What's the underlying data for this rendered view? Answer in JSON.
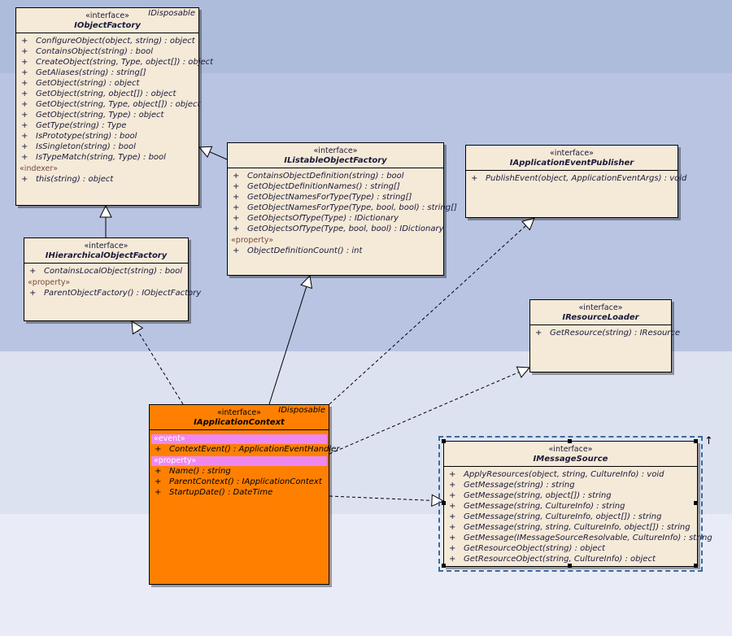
{
  "diagram": {
    "classes": [
      {
        "id": "iobjectfactory",
        "stereotype": "«interface»",
        "name": "IObjectFactory",
        "parent": "IDisposable",
        "groups": [
          {
            "label": "",
            "rows": [
              {
                "vis": "+",
                "sig": "ConfigureObject(object, string) : object"
              },
              {
                "vis": "+",
                "sig": "ContainsObject(string) : bool"
              },
              {
                "vis": "+",
                "sig": "CreateObject(string, Type, object[]) : object"
              },
              {
                "vis": "+",
                "sig": "GetAliases(string) : string[]"
              },
              {
                "vis": "+",
                "sig": "GetObject(string) : object"
              },
              {
                "vis": "+",
                "sig": "GetObject(string, object[]) : object"
              },
              {
                "vis": "+",
                "sig": "GetObject(string, Type, object[]) : object"
              },
              {
                "vis": "+",
                "sig": "GetObject(string, Type) : object"
              },
              {
                "vis": "+",
                "sig": "GetType(string) : Type"
              },
              {
                "vis": "+",
                "sig": "IsPrototype(string) : bool"
              },
              {
                "vis": "+",
                "sig": "IsSingleton(string) : bool"
              },
              {
                "vis": "+",
                "sig": "IsTypeMatch(string, Type) : bool"
              }
            ]
          },
          {
            "label": "«indexer»",
            "rows": [
              {
                "vis": "+",
                "sig": "this(string) : object"
              }
            ]
          }
        ]
      },
      {
        "id": "ilistableobjectfactory",
        "stereotype": "«interface»",
        "name": "IListableObjectFactory",
        "parent": "",
        "groups": [
          {
            "label": "",
            "rows": [
              {
                "vis": "+",
                "sig": "ContainsObjectDefinition(string) : bool"
              },
              {
                "vis": "+",
                "sig": "GetObjectDefinitionNames() : string[]"
              },
              {
                "vis": "+",
                "sig": "GetObjectNamesForType(Type) : string[]"
              },
              {
                "vis": "+",
                "sig": "GetObjectNamesForType(Type, bool, bool) : string[]"
              },
              {
                "vis": "+",
                "sig": "GetObjectsOfType(Type) : IDictionary"
              },
              {
                "vis": "+",
                "sig": "GetObjectsOfType(Type, bool, bool) : IDictionary"
              }
            ]
          },
          {
            "label": "«property»",
            "rows": [
              {
                "vis": "+",
                "sig": "ObjectDefinitionCount() : int"
              }
            ]
          }
        ]
      },
      {
        "id": "iapplicationeventpublisher",
        "stereotype": "«interface»",
        "name": "IApplicationEventPublisher",
        "parent": "",
        "groups": [
          {
            "label": "",
            "rows": [
              {
                "vis": "+",
                "sig": "PublishEvent(object, ApplicationEventArgs) : void"
              }
            ]
          }
        ]
      },
      {
        "id": "ihierarchicalobjectfactory",
        "stereotype": "«interface»",
        "name": "IHierarchicalObjectFactory",
        "parent": "",
        "groups": [
          {
            "label": "",
            "rows": [
              {
                "vis": "+",
                "sig": "ContainsLocalObject(string) : bool"
              }
            ]
          },
          {
            "label": "«property»",
            "rows": [
              {
                "vis": "+",
                "sig": "ParentObjectFactory() : IObjectFactory"
              }
            ]
          }
        ]
      },
      {
        "id": "iresourceloader",
        "stereotype": "«interface»",
        "name": "IResourceLoader",
        "parent": "",
        "groups": [
          {
            "label": "",
            "rows": [
              {
                "vis": "+",
                "sig": "GetResource(string) : IResource"
              }
            ]
          }
        ]
      },
      {
        "id": "iapplicationcontext",
        "stereotype": "«interface»",
        "name": "IApplicationContext",
        "parent": "IDisposable",
        "groups": [
          {
            "label": "«event»",
            "rows": [
              {
                "vis": "+",
                "sig": "ContextEvent() : ApplicationEventHandler"
              }
            ]
          },
          {
            "label": "«property»",
            "rows": [
              {
                "vis": "+",
                "sig": "Name() : string"
              },
              {
                "vis": "+",
                "sig": "ParentContext() : IApplicationContext"
              },
              {
                "vis": "+",
                "sig": "StartupDate() : DateTime"
              }
            ]
          }
        ]
      },
      {
        "id": "imessagesource",
        "stereotype": "«interface»",
        "name": "IMessageSource",
        "parent": "",
        "groups": [
          {
            "label": "",
            "rows": [
              {
                "vis": "+",
                "sig": "ApplyResources(object, string, CultureInfo) : void"
              },
              {
                "vis": "+",
                "sig": "GetMessage(string) : string"
              },
              {
                "vis": "+",
                "sig": "GetMessage(string, object[]) : string"
              },
              {
                "vis": "+",
                "sig": "GetMessage(string, CultureInfo) : string"
              },
              {
                "vis": "+",
                "sig": "GetMessage(string, CultureInfo, object[]) : string"
              },
              {
                "vis": "+",
                "sig": "GetMessage(string, string, CultureInfo, object[]) : string"
              },
              {
                "vis": "+",
                "sig": "GetMessage(IMessageSourceResolvable, CultureInfo) : string"
              },
              {
                "vis": "+",
                "sig": "GetResourceObject(string) : object"
              },
              {
                "vis": "+",
                "sig": "GetResourceObject(string, CultureInfo) : object"
              }
            ]
          }
        ]
      }
    ],
    "relations": [
      {
        "from": "iapplicationcontext",
        "to": "ihierarchicalobjectfactory",
        "kind": "generalization",
        "dashed": true
      },
      {
        "from": "iapplicationcontext",
        "to": "ilistableobjectfactory",
        "kind": "generalization",
        "dashed": false
      },
      {
        "from": "iapplicationcontext",
        "to": "iapplicationeventpublisher",
        "kind": "generalization",
        "dashed": true
      },
      {
        "from": "iapplicationcontext",
        "to": "iresourceloader",
        "kind": "generalization",
        "dashed": true
      },
      {
        "from": "iapplicationcontext",
        "to": "imessagesource",
        "kind": "generalization",
        "dashed": true
      },
      {
        "from": "ihierarchicalobjectfactory",
        "to": "iobjectfactory",
        "kind": "generalization",
        "dashed": false
      },
      {
        "from": "ilistableobjectfactory",
        "to": "iobjectfactory",
        "kind": "generalization",
        "dashed": false
      }
    ],
    "colors": {
      "band_top": "#aebcdc",
      "band_upper": "#b8c4e2",
      "band_mid": "#dde2f0",
      "band_low": "#e9ecf6",
      "class_fill": "#f5ead8",
      "selected_fill": "#ff8000",
      "group_highlight": "#ee88ee"
    }
  }
}
